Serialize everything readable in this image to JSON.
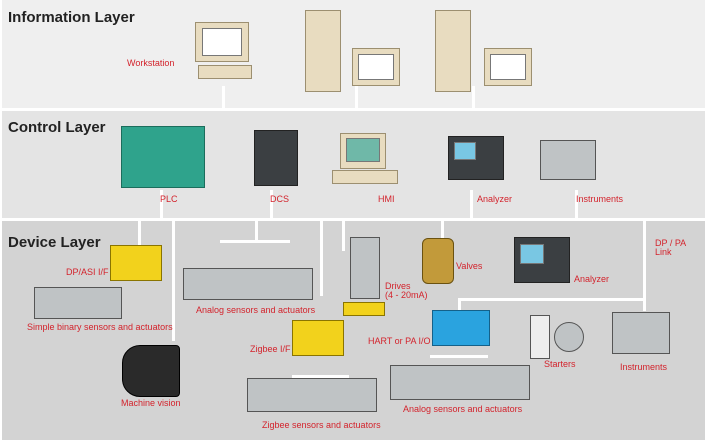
{
  "layers": {
    "information": "Information Layer",
    "control": "Control Layer",
    "device": "Device Layer"
  },
  "information": {
    "workstation": "Workstation"
  },
  "control": {
    "plc": "PLC",
    "dcs": "DCS",
    "hmi": "HMI",
    "analyzer": "Analyzer",
    "instruments": "Instruments"
  },
  "device": {
    "dp_asi": "DP/ASI I/F",
    "simple_binary": "Simple binary sensors and actuators",
    "analog_1": "Analog sensors and actuators",
    "machine_vision": "Machine vision",
    "zigbee_if": "Zigbee I/F",
    "zigbee_sensors": "Zigbee sensors and actuators",
    "drives": "Drives",
    "drives_range": "(4 - 20mA)",
    "valves": "Valves",
    "analyzer": "Analyzer",
    "dp_pa": "DP / PA",
    "link": "Link",
    "hart": "HART or PA I/O",
    "analog_2": "Analog sensors and actuators",
    "starters": "Starters",
    "instruments": "Instruments"
  }
}
